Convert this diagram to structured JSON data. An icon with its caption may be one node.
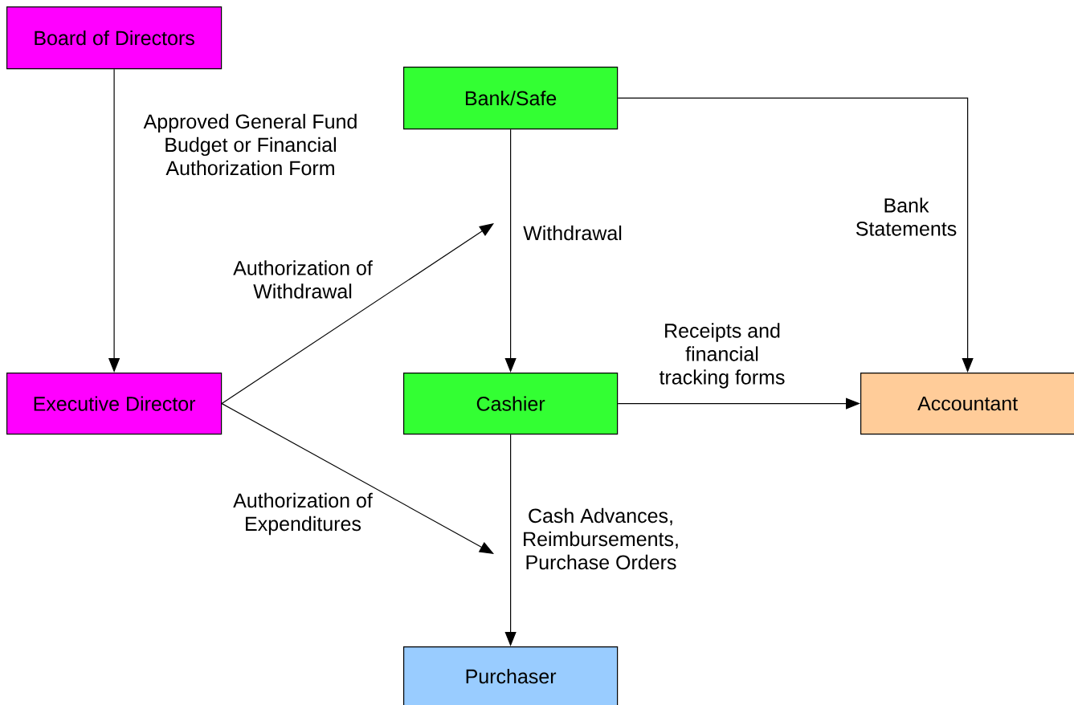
{
  "diagram": {
    "nodes": [
      {
        "text": [
          "Board of Directors"
        ]
      },
      {
        "text": [
          "Bank/Safe"
        ]
      },
      {
        "text": [
          "Executive Director"
        ]
      },
      {
        "text": [
          "Cashier"
        ]
      },
      {
        "text": [
          "Accountant"
        ]
      },
      {
        "text": [
          "Purchaser"
        ]
      }
    ],
    "edges": [
      {
        "from": 0,
        "to": 2,
        "arrow": "to",
        "label": "Approved General Fund Budget or Financial Authorization Form"
      },
      {
        "from": 2,
        "to": null,
        "arrow": "to",
        "label": "Authorization of Withdrawal"
      },
      {
        "from": 2,
        "to": null,
        "arrow": "to",
        "label": "Authorization of Expenditures"
      },
      {
        "from": 1,
        "to": 3,
        "arrow": "to",
        "label": "Withdrawal"
      },
      {
        "from": 1,
        "to": 4,
        "arrow": "to",
        "label": "Bank Statements"
      },
      {
        "from": 3,
        "to": 4,
        "arrow": "to",
        "label": "Receipts and financial tracking forms"
      },
      {
        "from": 3,
        "to": 5,
        "arrow": "to",
        "label": "Cash Advances, Reimbursements, Purchase Orders"
      }
    ]
  }
}
